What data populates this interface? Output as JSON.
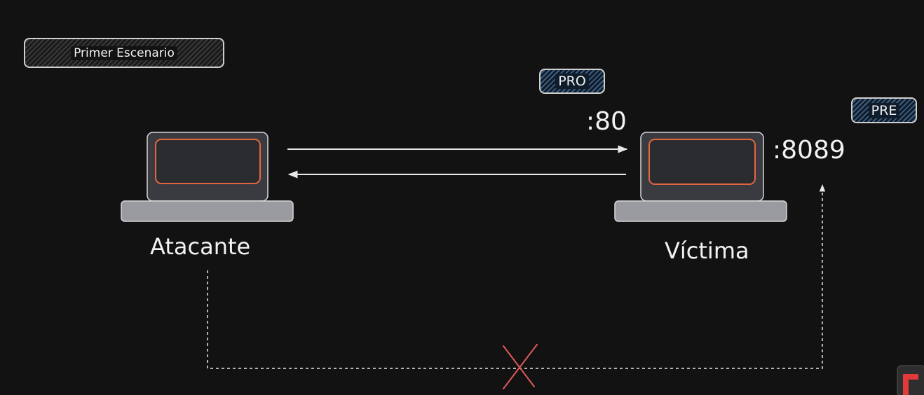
{
  "scenario_tag": "Primer Escenario",
  "tag_pro": "PRO",
  "tag_pre": "PRE",
  "port_80": ":80",
  "port_8089": ":8089",
  "attacker_label": "Atacante",
  "victim_label": "Víctima",
  "colors": {
    "background": "#121212",
    "screen_outline": "#e2673f",
    "laptop_body": "#3a3b40",
    "laptop_base": "#9a9ba0",
    "blocked_mark": "#e05a5a",
    "pro_tag_fill": "#3f5f80"
  }
}
